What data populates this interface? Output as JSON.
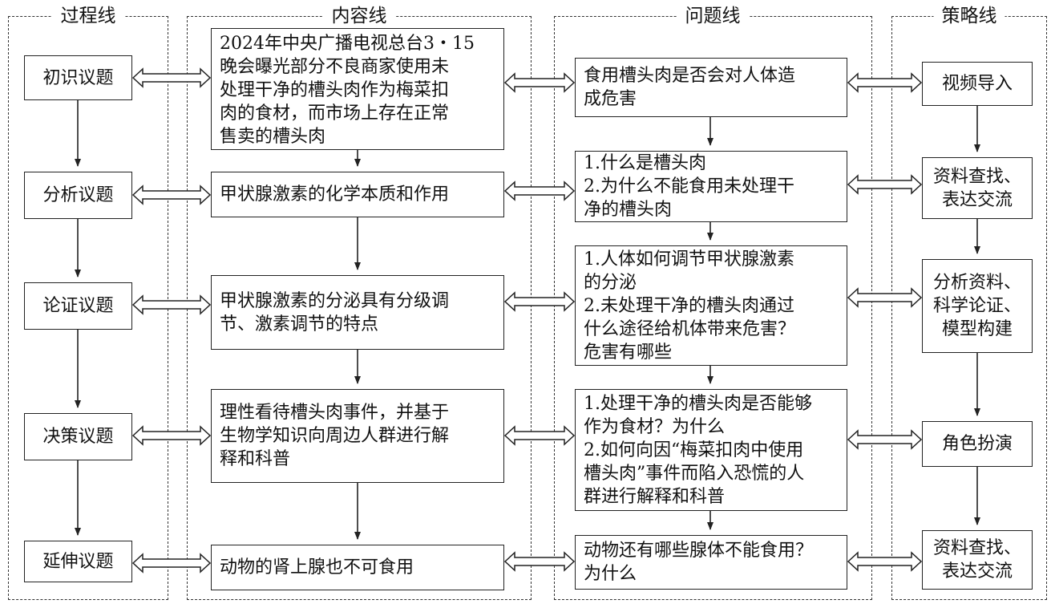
{
  "lanes": {
    "process": "过程线",
    "content": "内容线",
    "question": "问题线",
    "strategy": "策略线"
  },
  "process": [
    "初识议题",
    "分析议题",
    "论证议题",
    "决策议题",
    "延伸议题"
  ],
  "content": [
    "2024年中央广播电视总台3・15\n晚会曝光部分不良商家使用未\n处理干净的槽头肉作为梅菜扣\n肉的食材，而市场上存在正常\n售卖的槽头肉",
    "甲状腺激素的化学本质和作用",
    "甲状腺激素的分泌具有分级调\n节、激素调节的特点",
    "理性看待槽头肉事件，并基于\n生物学知识向周边人群进行解\n释和科普",
    "动物的肾上腺也不可食用"
  ],
  "questions": [
    "食用槽头肉是否会对人体造\n成危害",
    "1.什么是槽头肉\n2.为什么不能食用未处理干\n净的槽头肉",
    "1.人体如何调节甲状腺激素\n的分泌\n2.未处理干净的槽头肉通过\n什么途径给机体带来危害？\n危害有哪些",
    "1.处理干净的槽头肉是否能够\n作为食材？为什么\n2.如何向因“梅菜扣肉中使用\n槽头肉”事件而陷入恐慌的人\n群进行解释和科普",
    "动物还有哪些腺体不能食用？\n为什么"
  ],
  "strategies": [
    "视频导入",
    "资料查找、\n表达交流",
    "分析资料、\n科学论证、\n模型构建",
    "角色扮演",
    "资料查找、\n表达交流"
  ]
}
